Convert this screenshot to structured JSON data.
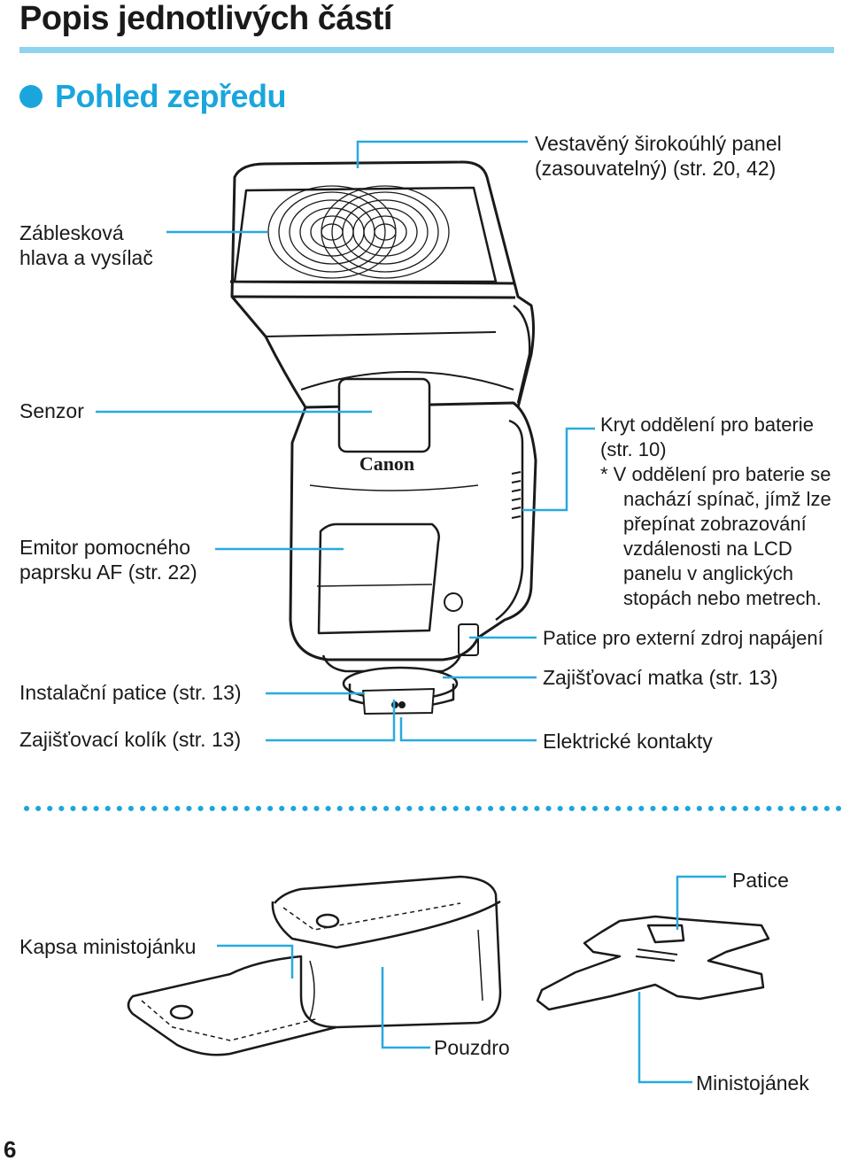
{
  "page": {
    "title": "Popis jednotlivých částí",
    "section_title": "Pohled zepředu",
    "page_number": "6"
  },
  "front_labels": {
    "wide_panel_1": "Vestavěný širokoúhlý panel",
    "wide_panel_2": "(zasouvatelný) (str. 20, 42)",
    "flash_head_1": "Záblesková",
    "flash_head_2": "hlava a vysílač",
    "sensor": "Senzor",
    "af_emitter_1": "Emitor pomocného",
    "af_emitter_2": "paprsku AF (str. 22)",
    "mount_foot": "Instalační patice (str. 13)",
    "locking_pin": "Zajišťovací kolík (str. 13)",
    "battery_cover_1": "Kryt oddělení pro baterie",
    "battery_cover_2": "(str. 10)",
    "note_1": "* V oddělení pro baterie se",
    "note_2": "nachází spínač, jímž lze",
    "note_3": "přepínat zobrazování",
    "note_4": "vzdálenosti na LCD",
    "note_5": "panelu v anglických",
    "note_6": "stopách nebo metrech.",
    "external_power": "Patice pro externí zdroj napájení",
    "lock_nut": "Zajišťovací matka (str. 13)",
    "contacts": "Elektrické kontakty",
    "brand": "Canon"
  },
  "accessory_labels": {
    "pouch_strap": "Kapsa ministojánku",
    "case": "Pouzdro",
    "foot": "Patice",
    "mini_stand": "Ministojánek"
  },
  "colors": {
    "accent": "#1aa6dd",
    "rule": "#8fd3ef",
    "leader": "#29a9de"
  }
}
